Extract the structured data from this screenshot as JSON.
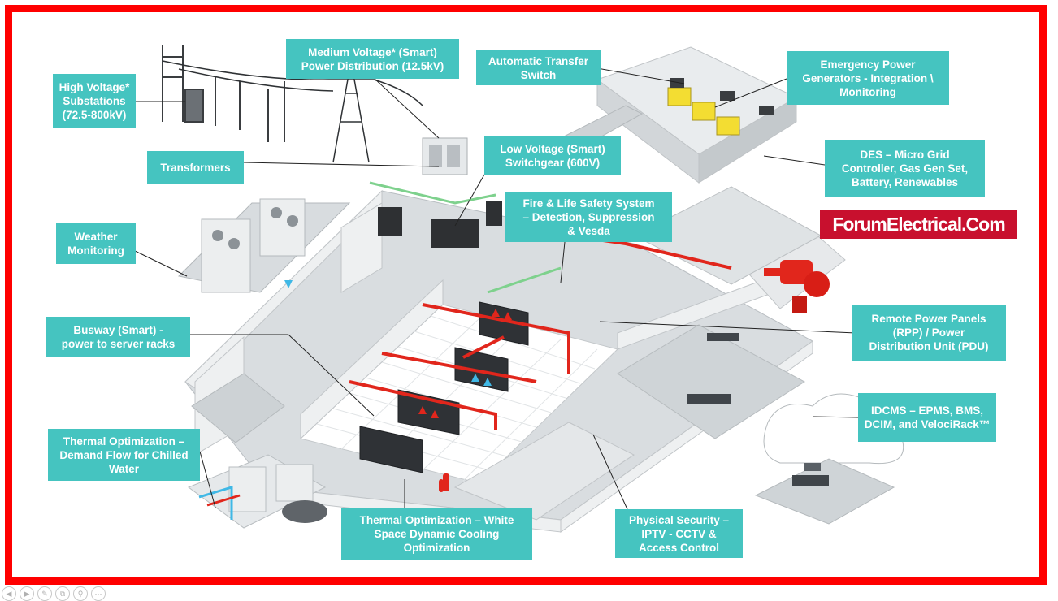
{
  "brand": {
    "text": "ForumElectrical.Com",
    "color": "#c8102e"
  },
  "frame": {
    "border_color": "#ff0000"
  },
  "callout_color": "#45c4c0",
  "labels": {
    "high_voltage": "High Voltage*\nSubstations\n(72.5-800kV)",
    "medium_voltage": "Medium Voltage* (Smart)\nPower Distribution (12.5kV)",
    "ats": "Automatic Transfer\nSwitch",
    "generators": "Emergency Power\nGenerators - Integration \\\nMonitoring",
    "transformers": "Transformers",
    "low_voltage": "Low Voltage (Smart)\nSwitchgear (600V)",
    "des": "DES – Micro Grid\nController, Gas Gen Set,\nBattery, Renewables",
    "fire": "Fire & Life Safety System\n– Detection, Suppression\n& Vesda",
    "weather": "Weather\nMonitoring",
    "busway": "Busway (Smart) -\npower to server  racks",
    "rpp": "Remote Power Panels\n(RPP) / Power\nDistribution Unit (PDU)",
    "idcms": "IDCMS – EPMS, BMS,\nDCIM, and VelociRack™",
    "thermal_chilled": "Thermal Optimization –\nDemand Flow for Chilled\nWater",
    "thermal_white": "Thermal Optimization – White\nSpace Dynamic Cooling\nOptimization",
    "security": "Physical Security –\nIPTV - CCTV &\nAccess Control"
  },
  "toolbar": [
    "prev-icon",
    "next-icon",
    "pen-icon",
    "copy-icon",
    "zoom-icon",
    "more-icon"
  ]
}
